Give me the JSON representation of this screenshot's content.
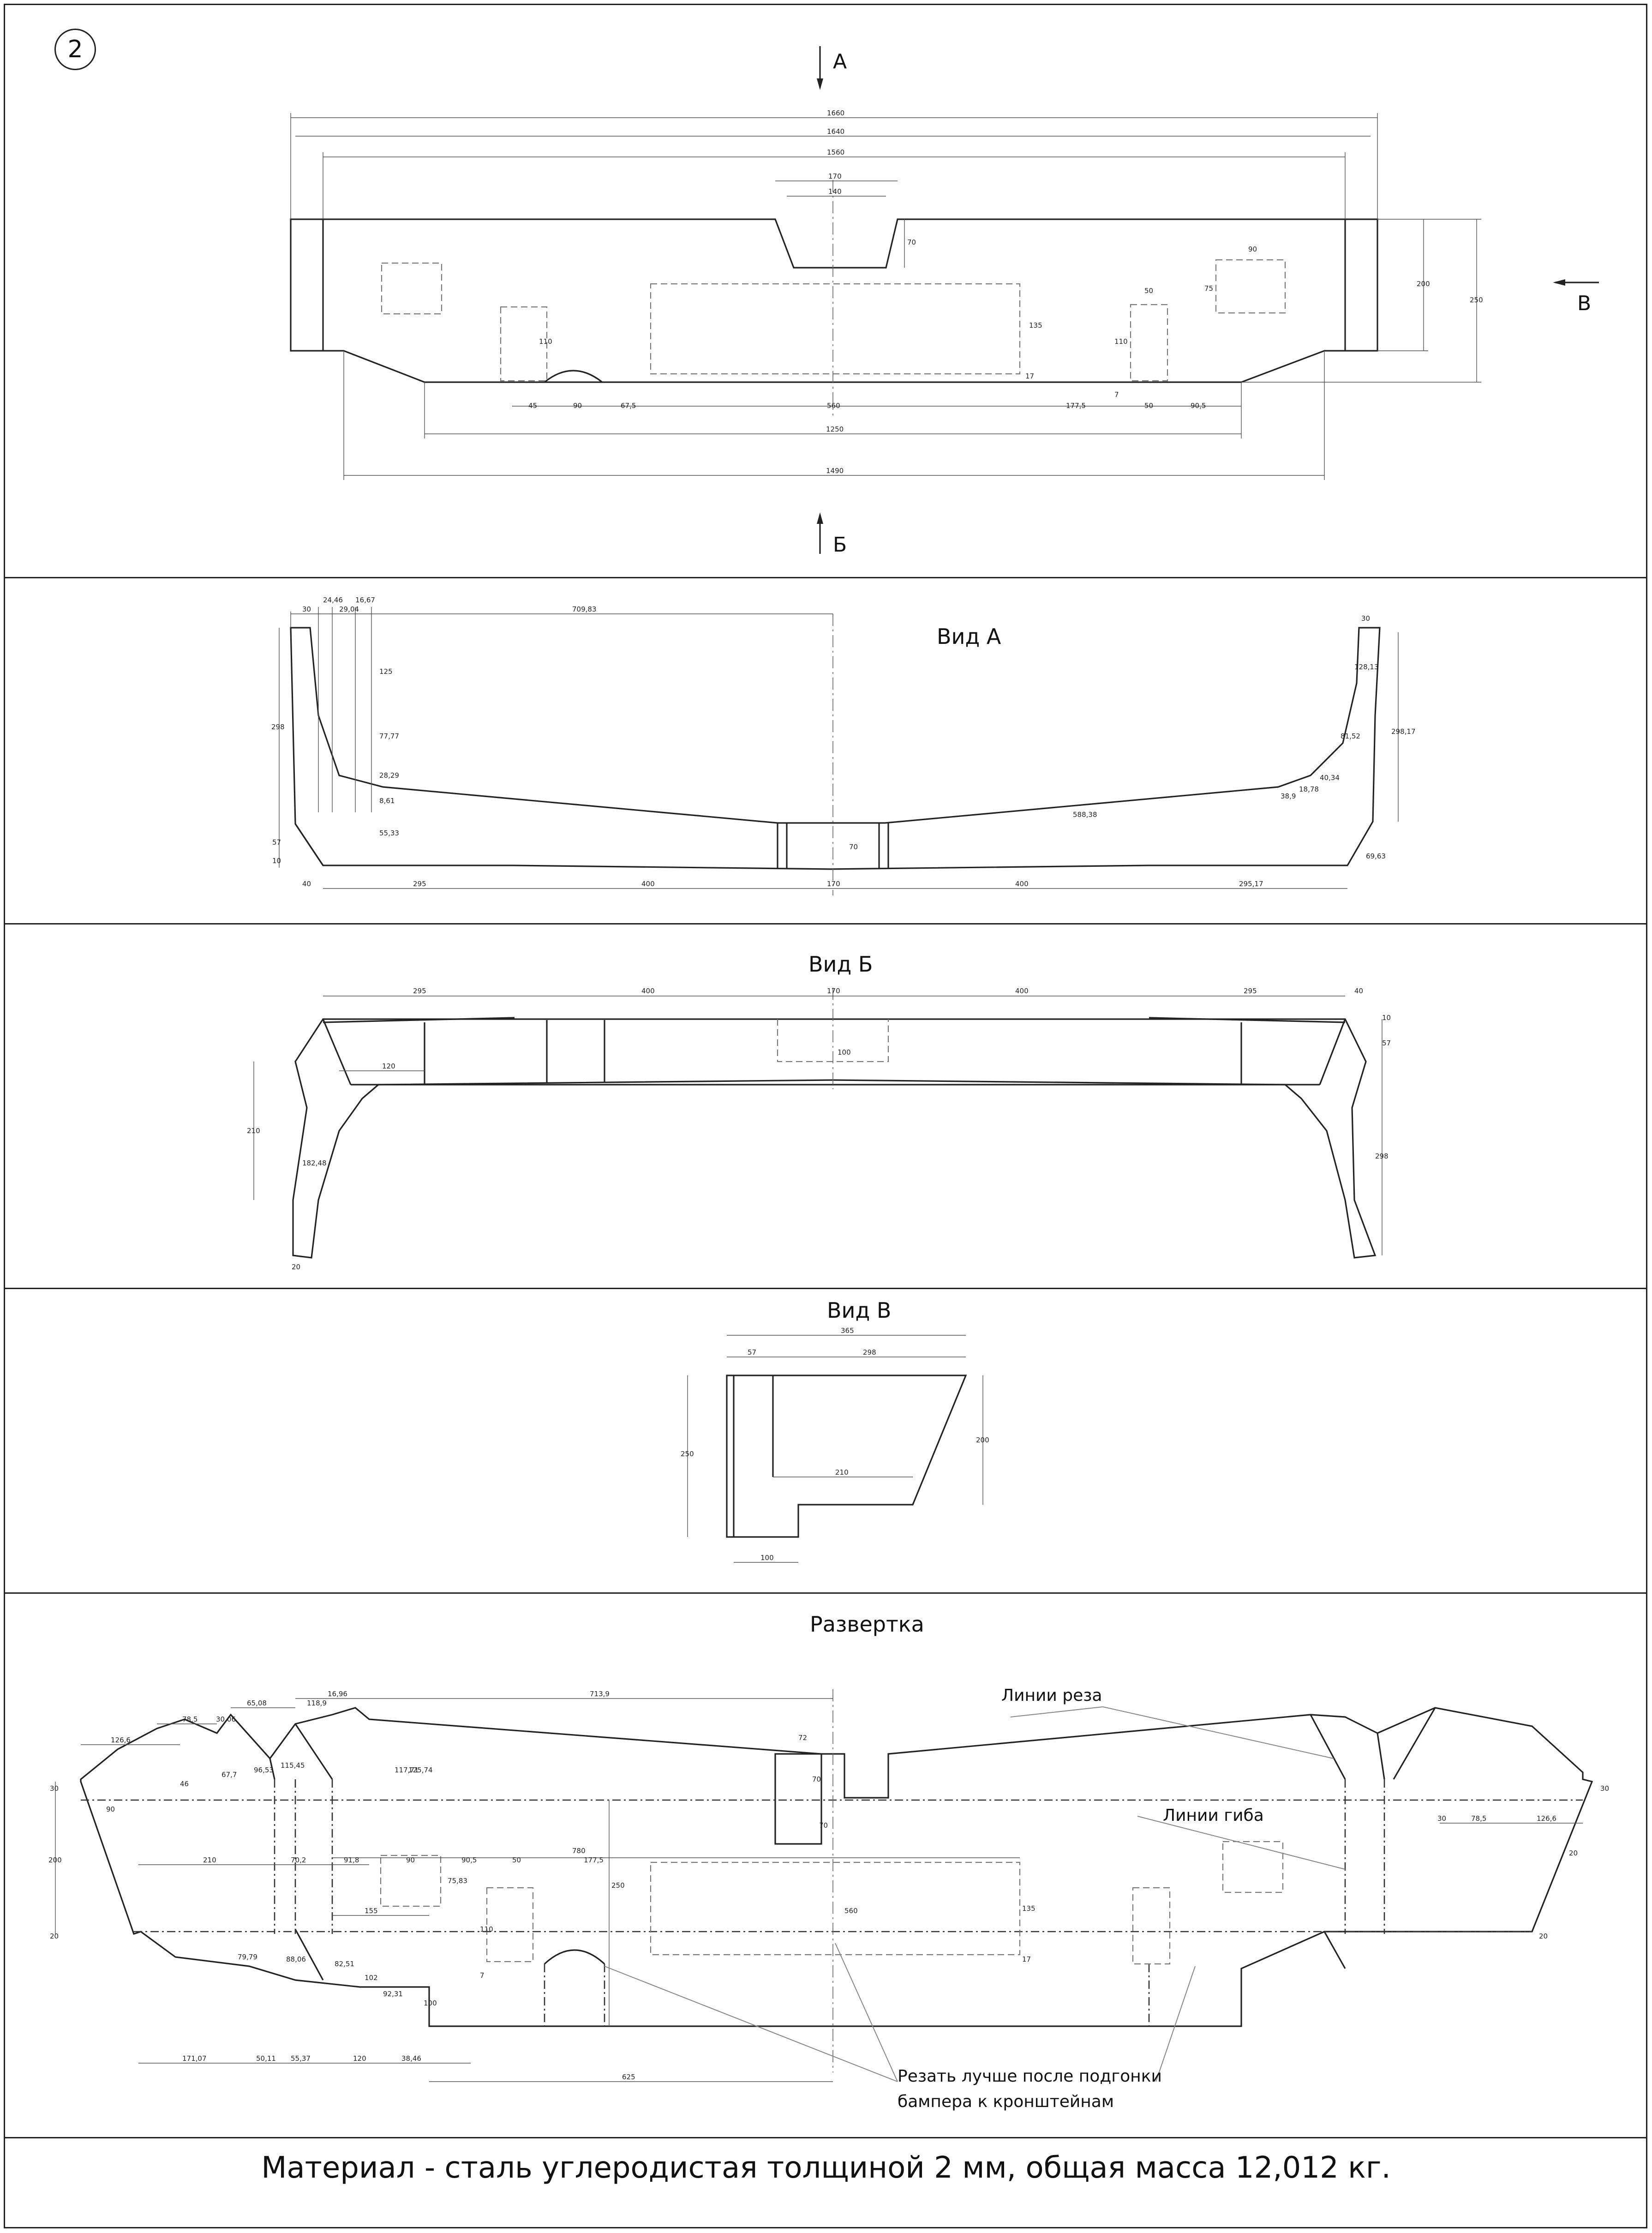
{
  "sheet_number": "2",
  "view_markers": {
    "a": "А",
    "b": "Б",
    "v": "В"
  },
  "titles": {
    "view_a": "Вид А",
    "view_b": "Вид Б",
    "view_v": "Вид В",
    "flat_pattern": "Развертка"
  },
  "notes": {
    "cut_lines": "Линии реза",
    "bend_lines": "Линии гиба",
    "cut_after_line1": "Резать лучше после подгонки",
    "cut_after_line2": "бампера к кронштейнам",
    "material": "Материал - сталь углеродистая толщиной 2 мм, общая масса 12,012 кг."
  },
  "dims": {
    "front": [
      "1660",
      "1640",
      "1560",
      "170",
      "140",
      "70",
      "90",
      "75",
      "200",
      "250",
      "110",
      "110",
      "50",
      "7",
      "45",
      "90",
      "67,5",
      "560",
      "177,5",
      "50",
      "90,5",
      "135",
      "17",
      "1250",
      "1490"
    ],
    "view_a": [
      "30",
      "24,46",
      "16,67",
      "29,04",
      "709,83",
      "125",
      "77,77",
      "28,29",
      "8,61",
      "55,33",
      "298",
      "57",
      "10",
      "40",
      "295",
      "400",
      "170",
      "400",
      "295,17",
      "70",
      "588,38",
      "38,9",
      "18,78",
      "40,34",
      "81,52",
      "128,13",
      "298,17",
      "30",
      "69,63"
    ],
    "view_b": [
      "295",
      "400",
      "170",
      "400",
      "295",
      "40",
      "10",
      "57",
      "120",
      "100",
      "210",
      "182,48",
      "298",
      "20"
    ],
    "view_v": [
      "365",
      "57",
      "298",
      "250",
      "200",
      "210",
      "100"
    ],
    "flat": [
      "126,6",
      "78,5",
      "30,06",
      "65,08",
      "118,9",
      "16,96",
      "713,9",
      "72",
      "70",
      "70",
      "46",
      "67,7",
      "96,53",
      "115,45",
      "117,71",
      "125,74",
      "30",
      "90",
      "210",
      "70,2",
      "91,8",
      "90",
      "90,5",
      "50",
      "177,5",
      "780",
      "75,83",
      "250",
      "560",
      "135",
      "17",
      "110",
      "7",
      "200",
      "20",
      "155",
      "79,79",
      "88,06",
      "82,51",
      "102",
      "92,31",
      "100",
      "171,07",
      "50,11",
      "55,37",
      "120",
      "38,46",
      "625",
      "30",
      "78,5",
      "126,6",
      "30",
      "20",
      "20"
    ]
  }
}
